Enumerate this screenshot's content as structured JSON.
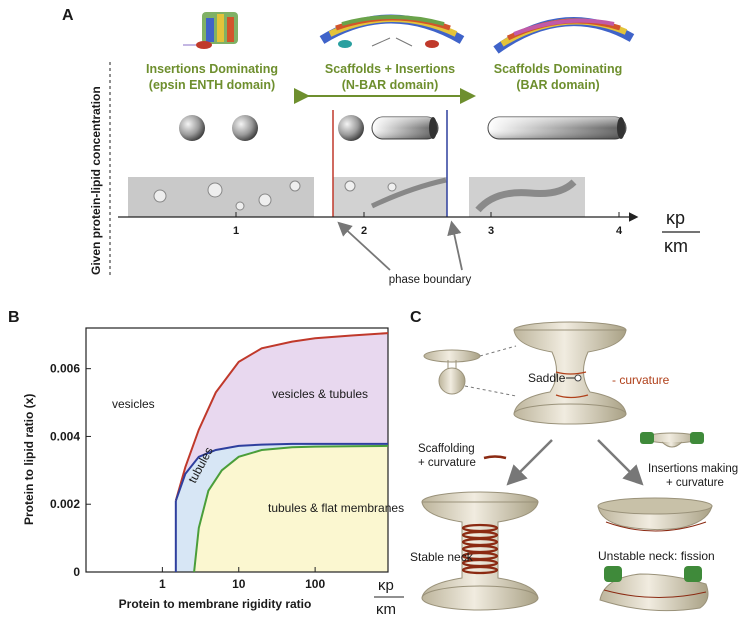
{
  "panel_a": {
    "label": "A",
    "y_axis_label": "Given protein-lipid concentration",
    "x_ticks": [
      "1",
      "2",
      "3",
      "4"
    ],
    "x_axis_symbol": {
      "numerator": "κp",
      "denominator": "κm"
    },
    "regimes": [
      {
        "title_line1": "Insertions Dominating",
        "title_line2": "(epsin ENTH domain)"
      },
      {
        "title_line1": "Scaffolds + Insertions",
        "title_line2": "(N-BAR domain)"
      },
      {
        "title_line1": "Scaffolds Dominating",
        "title_line2": "(BAR domain)"
      }
    ],
    "phase_boundary_label": "phase boundary",
    "colors": {
      "regime_text": "#6e8f2e",
      "left_boundary": "#c0392b",
      "right_boundary": "#2e3f9e"
    }
  },
  "panel_b": {
    "label": "B",
    "chart_data": {
      "type": "area",
      "xlabel": "Protein to membrane rigidity ratio",
      "xlabel_symbol": {
        "numerator": "κp",
        "denominator": "κm"
      },
      "ylabel": "Protein to lipid ratio (x)",
      "x_scale": "log",
      "x_ticks": [
        "1",
        "10",
        "100"
      ],
      "y_ticks": [
        "0",
        "0.002",
        "0.004",
        "0.006"
      ],
      "ylim": [
        0,
        0.0072
      ],
      "xlim": [
        0.1,
        900
      ],
      "region_labels": [
        "vesicles",
        "vesicles & tubules",
        "tubules",
        "tubules & flat membranes"
      ],
      "series": [
        {
          "color": "#c0392b",
          "x": [
            1.5,
            2,
            3,
            5,
            10,
            20,
            50,
            100,
            300,
            900
          ],
          "y": [
            0.0021,
            0.0031,
            0.0042,
            0.0053,
            0.0062,
            0.0066,
            0.0068,
            0.0069,
            0.00698,
            0.00705
          ]
        },
        {
          "color": "#2e3f9e",
          "x": [
            1.5,
            2,
            3,
            5,
            10,
            20,
            50,
            100,
            300,
            900
          ],
          "y": [
            0.0021,
            0.0029,
            0.0034,
            0.0036,
            0.00372,
            0.00376,
            0.00378,
            0.00378,
            0.00378,
            0.00378
          ]
        },
        {
          "color": "#4a9e3a",
          "x": [
            2.6,
            3,
            4,
            6,
            10,
            20,
            50,
            100,
            300,
            900
          ],
          "y": [
            0.0,
            0.0013,
            0.0024,
            0.003,
            0.0034,
            0.0036,
            0.00368,
            0.0037,
            0.00371,
            0.00372
          ]
        }
      ],
      "fill_colors": {
        "vesicles_tubules": "#e8d8ef",
        "tubules": "#d7e6f5",
        "tubules_flat": "#fbf7d0"
      }
    }
  },
  "panel_c": {
    "label": "C",
    "saddle_label": "Saddle",
    "minus_curvature_label": "- curvature",
    "scaffolding_label_1": "Scaffolding",
    "scaffolding_label_2": "+ curvature",
    "insertions_label_1": "Insertions making",
    "insertions_label_2": "+ curvature",
    "stable_neck_label": "Stable neck",
    "unstable_neck_label": "Unstable neck: fission"
  }
}
